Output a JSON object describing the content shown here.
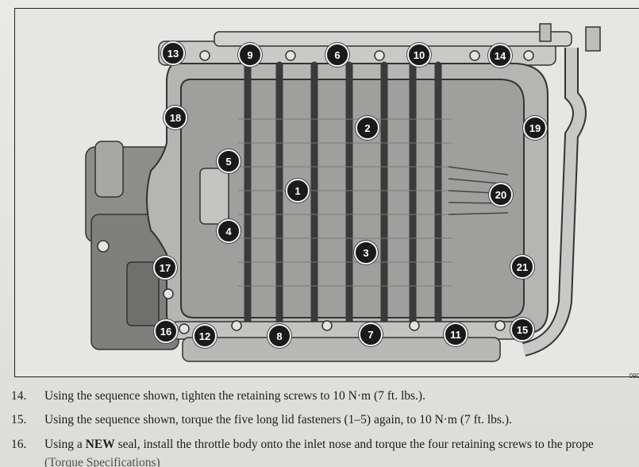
{
  "figure": {
    "code": "090",
    "callouts": [
      "1",
      "2",
      "3",
      "4",
      "5",
      "6",
      "7",
      "8",
      "9",
      "10",
      "11",
      "12",
      "13",
      "14",
      "15",
      "16",
      "17",
      "18",
      "19",
      "20",
      "21"
    ]
  },
  "steps": [
    {
      "number": "14.",
      "text": "Using the sequence shown, tighten the retaining screws to 10 N·m (7 ft. lbs.)."
    },
    {
      "number": "15.",
      "text": "Using the sequence shown, torque the five long lid fasteners (1–5) again, to 10 N·m (7 ft. lbs.)."
    },
    {
      "number": "16.",
      "text_before": "Using a ",
      "bold": "NEW",
      "text_after": " seal, install the throttle body onto the inlet nose and torque the four retaining screws to the prope"
    }
  ],
  "step16_continuation": "(Torque Specifications)"
}
